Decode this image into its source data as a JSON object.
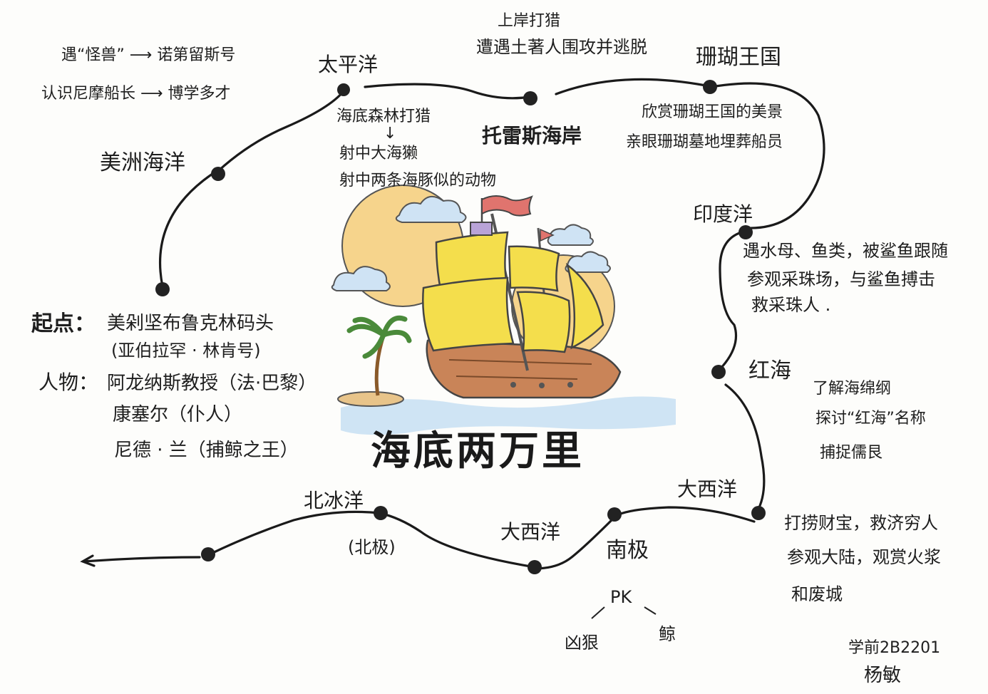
{
  "title": "海底两万里",
  "info": {
    "start_label": "起点：",
    "start_place": "美剁坚布鲁克林码头",
    "start_detail": "(亚伯拉罕 · 林肯号)",
    "people_label": "人物：",
    "people": [
      "阿龙纳斯教授（法·巴黎）",
      "康塞尔（仆人）",
      "尼德 · 兰（捕鲸之王）"
    ]
  },
  "places": {
    "pacific": "太平洋",
    "americas": "美洲海洋",
    "torres": "托雷斯海岸",
    "coral": "珊瑚王国",
    "indian": "印度洋",
    "red_sea": "红海",
    "atlantic_upper": "大西洋",
    "south_pole": "南极",
    "atlantic_lower": "大西洋",
    "arctic": "北冰洋",
    "arctic_note": "(北极)"
  },
  "notes": {
    "americas_events": [
      "遇“怪兽” ⟶ 诺第留斯号",
      "认识尼摩船长 ⟶ 博学多才"
    ],
    "pacific_events": [
      "海底森林打猎",
      "↓",
      "射中大海獭",
      "射中两条海豚似的动物"
    ],
    "torres_events": [
      "上岸打猎",
      "遭遇土著人围攻并逃脱"
    ],
    "coral_events": [
      "欣赏珊瑚王国的美景",
      "亲眼珊瑚墓地埋葬船员"
    ],
    "indian_events": [
      "遇水母、鱼类，被鲨鱼跟随",
      "参观采珠场，与鲨鱼搏击",
      "救采珠人 ."
    ],
    "red_sea_events": [
      "了解海绵纲",
      "探讨“红海”名称",
      "捕捉儒艮"
    ],
    "atlantic_events": [
      "打捞财宝，救济穷人",
      "参观大陆，观赏火浆",
      "和废城"
    ],
    "south_pole_pk": "PK",
    "pk_left": "凶狠",
    "pk_right": "鲸",
    "signature": [
      "学前2B2201",
      "杨敏"
    ]
  },
  "colors": {
    "sail": "#f4de4c",
    "sun": "#f6d48c",
    "hull": "#b9744a",
    "sea": "#9fc9e8",
    "palm": "#4a8a3a",
    "flag": "#e0746e"
  }
}
